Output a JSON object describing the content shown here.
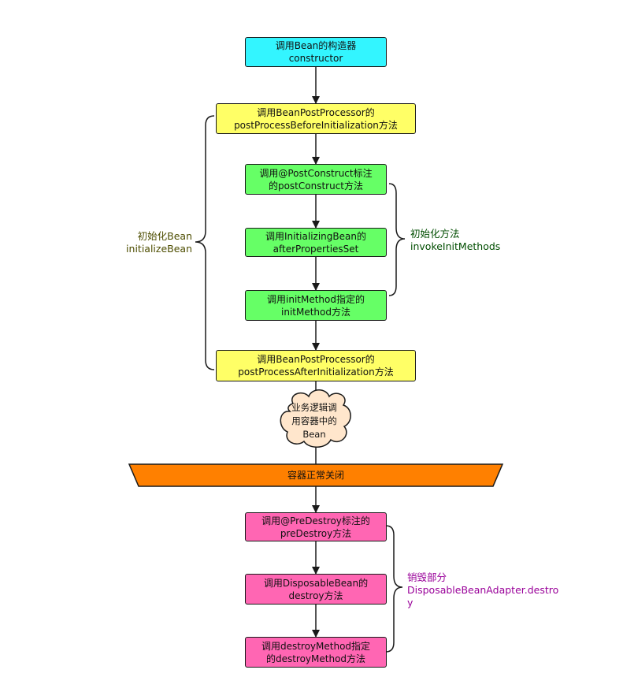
{
  "colors": {
    "cyan": "#33f5ff",
    "yellow": "#ffff66",
    "green": "#66ff66",
    "pink": "#ff66b3",
    "orange": "#ff8000",
    "cloud": "#ffe6cc",
    "initBeanLabel": "#4d4d00",
    "initMethodLabel": "#004d00",
    "destroyLabel": "#990099"
  },
  "nodes": {
    "constructor": {
      "line1": "调用Bean的构造器",
      "line2": "constructor"
    },
    "before_init": {
      "line1": "调用BeanPostProcessor的",
      "line2": "postProcessBeforeInitialization方法"
    },
    "post_construct": {
      "line1": "调用@PostConstruct标注",
      "line2": "的postConstruct方法"
    },
    "initializing_bean": {
      "line1": "调用InitializingBean的",
      "line2": "afterPropertiesSet"
    },
    "init_method": {
      "line1": "调用initMethod指定的",
      "line2": "initMethod方法"
    },
    "after_init": {
      "line1": "调用BeanPostProcessor的",
      "line2": "postProcessAfterInitialization方法"
    },
    "business": {
      "line1": "业务逻辑调",
      "line2": "用容器中的",
      "line3": "Bean"
    },
    "shutdown": {
      "label": "容器正常关闭"
    },
    "pre_destroy": {
      "line1": "调用@PreDestroy标注的",
      "line2": "preDestroy方法"
    },
    "disposable_bean": {
      "line1": "调用DisposableBean的",
      "line2": "destroy方法"
    },
    "destroy_method": {
      "line1": "调用destroyMethod指定",
      "line2": "的destroyMethod方法"
    }
  },
  "annotations": {
    "initialize_bean": {
      "line1": "初始化Bean",
      "line2": "initializeBean"
    },
    "init_methods": {
      "line1": "初始化方法",
      "line2": "invokeInitMethods"
    },
    "destroy": {
      "line1": "销毁部分",
      "line2": "DisposableBeanAdapter.destro",
      "line3": "y"
    }
  }
}
